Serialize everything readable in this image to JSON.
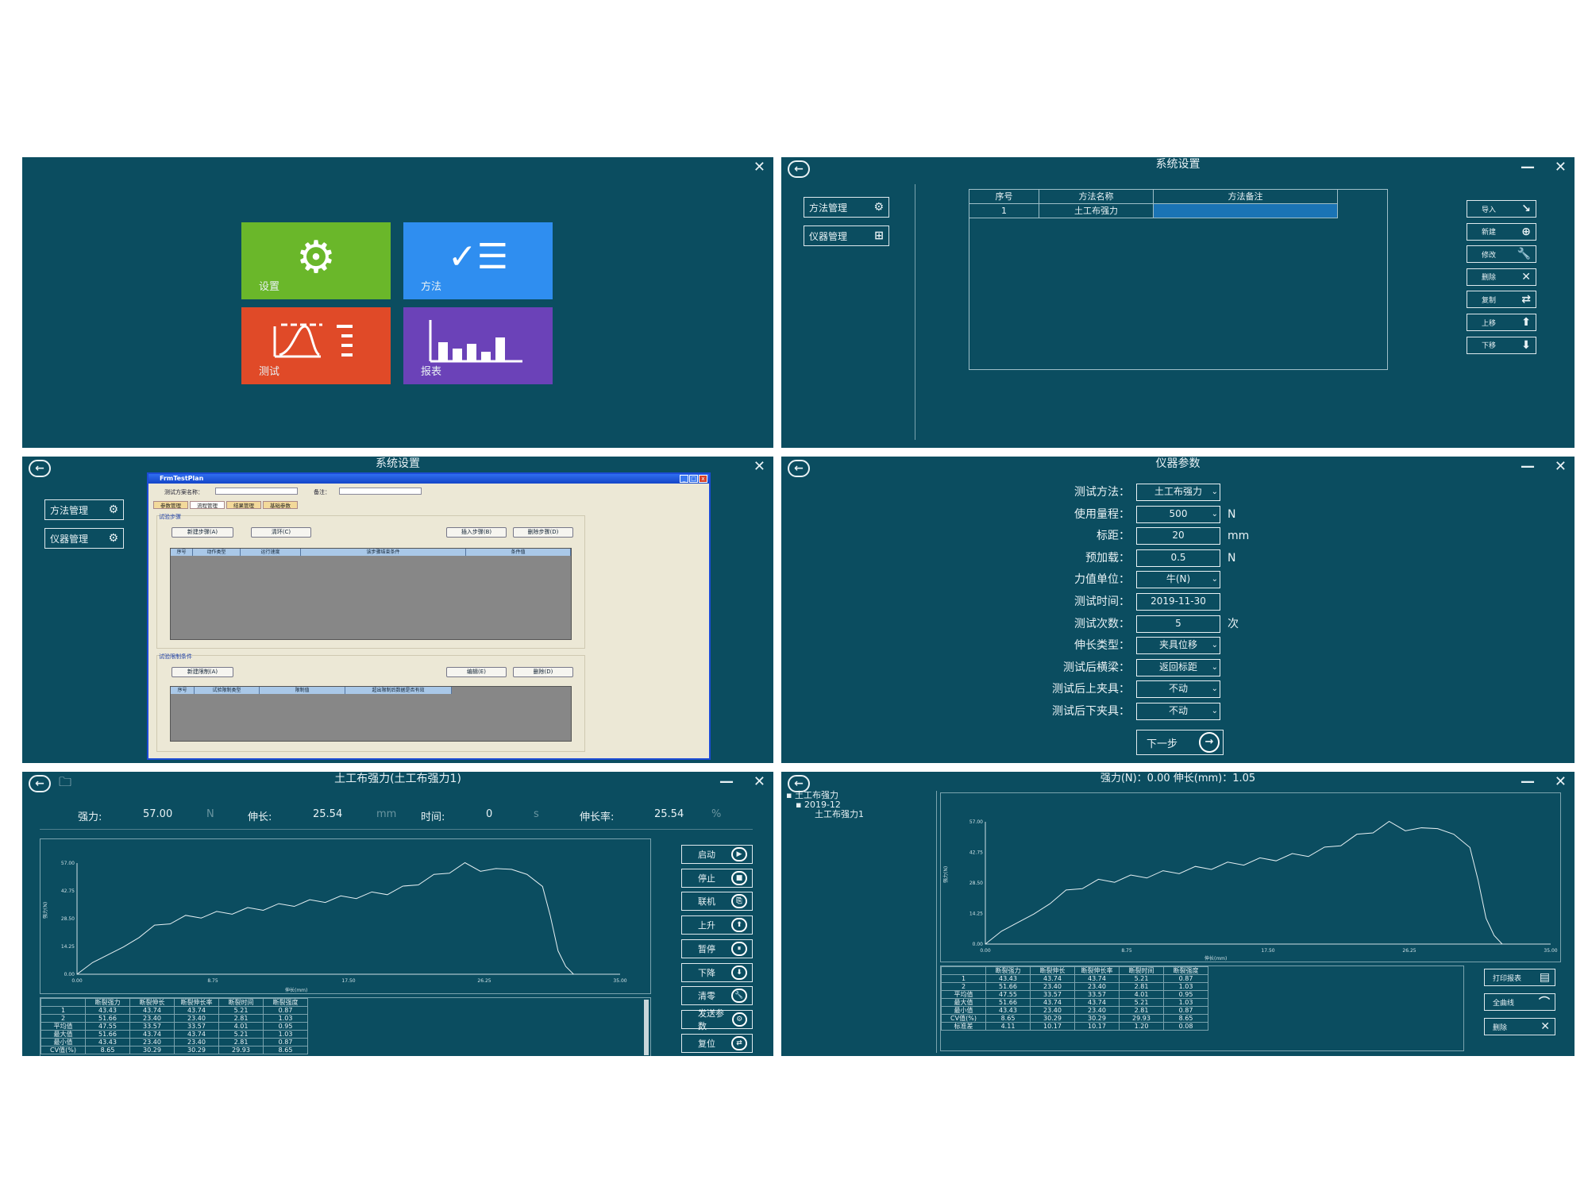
{
  "panel1": {
    "close": "✕",
    "tiles": [
      {
        "label": "设置",
        "color": "#6ab72a",
        "icon": "gear-icon"
      },
      {
        "label": "方法",
        "color": "#2f8ef0",
        "icon": "checklist-icon"
      },
      {
        "label": "测试",
        "color": "#e04a28",
        "icon": "curve-icon"
      },
      {
        "label": "报表",
        "color": "#6b42b8",
        "icon": "bar-chart-icon"
      }
    ]
  },
  "panel2": {
    "title": "系统设置",
    "side": [
      "方法管理",
      "仪器管理"
    ],
    "table_headers": [
      "序号",
      "方法名称",
      "方法备注"
    ],
    "table_rows": [
      {
        "no": "1",
        "name": "土工布强力",
        "note": ""
      }
    ],
    "actions": [
      "导入",
      "新建",
      "修改",
      "删除",
      "复制",
      "上移",
      "下移"
    ]
  },
  "panel3": {
    "title": "系统设置",
    "side": [
      "方法管理",
      "仪器管理"
    ],
    "window_title": "FrmTestPlan",
    "plan_name_label": "测试方案名称：",
    "remark_label": "备注：",
    "tabs": [
      "参数管理",
      "流程管理",
      "结果管理",
      "基础参数"
    ],
    "steps_group": "试验步骤",
    "steps_buttons": [
      "新建步骤(A)",
      "清环(C)",
      "插入步骤(B)",
      "删除步骤(D)"
    ],
    "steps_headers": [
      "序号",
      "动作类型",
      "运行速度",
      "该步骤结束条件",
      "条件值"
    ],
    "limit_group": "试验限制条件",
    "limit_buttons": [
      "新建限制(A)",
      "编辑(E)",
      "删除(D)"
    ],
    "limit_headers": [
      "序号",
      "试验限制类型",
      "限制值",
      "超出限制后数据是否有效"
    ]
  },
  "panel4": {
    "title": "仪器参数",
    "rows": [
      {
        "label": "测试方法：",
        "value": "土工布强力",
        "unit": "",
        "dropdown": true
      },
      {
        "label": "使用量程：",
        "value": "500",
        "unit": "N",
        "dropdown": true
      },
      {
        "label": "标距：",
        "value": "20",
        "unit": "mm",
        "dropdown": false
      },
      {
        "label": "预加载：",
        "value": "0.5",
        "unit": "N",
        "dropdown": false
      },
      {
        "label": "力值单位：",
        "value": "牛(N)",
        "unit": "",
        "dropdown": true
      },
      {
        "label": "测试时间：",
        "value": "2019-11-30",
        "unit": "",
        "dropdown": false
      },
      {
        "label": "测试次数：",
        "value": "5",
        "unit": "次",
        "dropdown": false
      },
      {
        "label": "伸长类型：",
        "value": "夹具位移",
        "unit": "",
        "dropdown": true
      },
      {
        "label": "测试后横梁：",
        "value": "返回标距",
        "unit": "",
        "dropdown": true
      },
      {
        "label": "测试后上夹具：",
        "value": "不动",
        "unit": "",
        "dropdown": true
      },
      {
        "label": "测试后下夹具：",
        "value": "不动",
        "unit": "",
        "dropdown": true
      }
    ],
    "next": "下一步"
  },
  "panel5": {
    "title": "土工布强力(土工布强力1)",
    "readouts": [
      {
        "label": "强力:",
        "value": "57.00",
        "unit": "N"
      },
      {
        "label": "伸长:",
        "value": "25.54",
        "unit": "mm"
      },
      {
        "label": "时间:",
        "value": "0",
        "unit": "s"
      },
      {
        "label": "伸长率:",
        "value": "25.54",
        "unit": "%"
      }
    ],
    "buttons": [
      "启动",
      "停止",
      "联机",
      "上升",
      "暂停",
      "下降",
      "清零",
      "发送参数",
      "复位"
    ],
    "table_headers": [
      "",
      "断裂强力",
      "断裂伸长",
      "断裂伸长率",
      "断裂时间",
      "断裂强度"
    ],
    "table_rows": [
      [
        "1",
        "43.43",
        "43.74",
        "43.74",
        "5.21",
        "0.87"
      ],
      [
        "2",
        "51.66",
        "23.40",
        "23.40",
        "2.81",
        "1.03"
      ],
      [
        "平均值",
        "47.55",
        "33.57",
        "33.57",
        "4.01",
        "0.95"
      ],
      [
        "最大值",
        "51.66",
        "43.74",
        "43.74",
        "5.21",
        "1.03"
      ],
      [
        "最小值",
        "43.43",
        "23.40",
        "23.40",
        "2.81",
        "0.87"
      ],
      [
        "CV值(%)",
        "8.65",
        "30.29",
        "30.29",
        "29.93",
        "8.65"
      ]
    ]
  },
  "panel6": {
    "title": "强力(N)：0.00   伸长(mm)：1.05",
    "tree": [
      "土工布强力",
      "2019-12",
      "土工布强力1"
    ],
    "buttons": [
      "打印报表",
      "全曲线",
      "删除"
    ],
    "table_headers": [
      "",
      "断裂强力",
      "断裂伸长",
      "断裂伸长率",
      "断裂时间",
      "断裂强度"
    ],
    "table_rows": [
      [
        "1",
        "43.43",
        "43.74",
        "43.74",
        "5.21",
        "0.87"
      ],
      [
        "2",
        "51.66",
        "23.40",
        "23.40",
        "2.81",
        "1.03"
      ],
      [
        "平均值",
        "47.55",
        "33.57",
        "33.57",
        "4.01",
        "0.95"
      ],
      [
        "最大值",
        "51.66",
        "43.74",
        "43.74",
        "5.21",
        "1.03"
      ],
      [
        "最小值",
        "43.43",
        "23.40",
        "23.40",
        "2.81",
        "0.87"
      ],
      [
        "CV值(%)",
        "8.65",
        "30.29",
        "30.29",
        "29.93",
        "8.65"
      ],
      [
        "标准差",
        "4.11",
        "10.17",
        "10.17",
        "1.20",
        "0.08"
      ]
    ]
  },
  "chart_data": [
    {
      "type": "line",
      "xlabel": "伸长(mm)",
      "ylabel": "强力(N)",
      "xticks": [
        "0.00",
        "8.75",
        "17.50",
        "26.25",
        "35.00"
      ],
      "yticks": [
        "0.00",
        "14.25",
        "28.50",
        "42.75",
        "57.00"
      ],
      "xlim": [
        0,
        35
      ],
      "ylim": [
        0,
        57
      ],
      "x": [
        0,
        1,
        2,
        3,
        4,
        5,
        6,
        7,
        8,
        9,
        10,
        11,
        12,
        13,
        14,
        15,
        16,
        17,
        18,
        19,
        20,
        21,
        22,
        23,
        24,
        25,
        26,
        27,
        28,
        29,
        30,
        30.5,
        31,
        31.5,
        32
      ],
      "y": [
        0,
        6,
        10,
        14,
        20,
        24,
        27,
        29,
        30,
        31,
        32,
        33,
        34,
        35,
        36,
        37,
        38,
        39,
        40,
        41,
        42,
        44,
        47,
        50,
        53,
        56,
        54,
        53,
        55,
        50,
        45,
        30,
        12,
        4,
        0
      ]
    }
  ]
}
